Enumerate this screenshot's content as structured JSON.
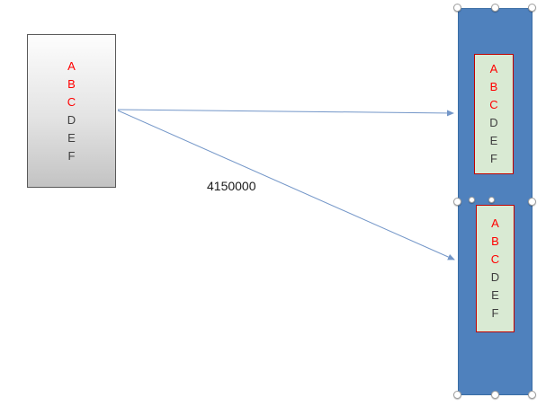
{
  "colors": {
    "source_box_fill_top": "#fdfdfd",
    "source_box_fill_bottom": "#c3c3c3",
    "source_box_border": "#595959",
    "container_fill": "#4f81bd",
    "container_border": "#3a6da5",
    "target_box_fill": "#d9ead3",
    "target_box_border": "#c00000",
    "letter_red": "#ff0000",
    "letter_dark": "#3f3f3f",
    "connector": "#7396c8",
    "handle_fill": "#ffffff",
    "handle_border": "#9e9e9e"
  },
  "diagram": {
    "connector_label": "4150000",
    "source_box": {
      "letters": [
        "A",
        "B",
        "C",
        "D",
        "E",
        "F"
      ]
    },
    "target_box_top": {
      "letters": [
        "A",
        "B",
        "C",
        "D",
        "E",
        "F"
      ]
    },
    "target_box_bottom": {
      "letters": [
        "A",
        "B",
        "C",
        "D",
        "E",
        "F"
      ]
    }
  }
}
